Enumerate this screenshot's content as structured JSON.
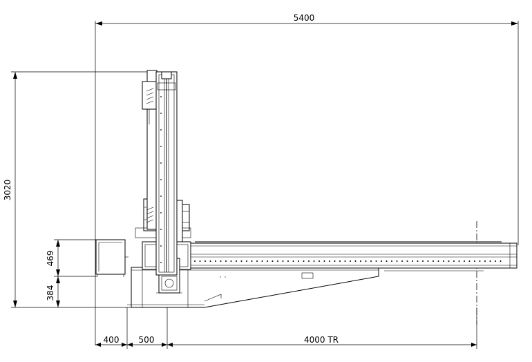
{
  "dimensions": {
    "overall_width": "5400",
    "overall_height": "3020",
    "upper_height": "469",
    "lower_height": "384",
    "left_offset": "400",
    "column_width": "500",
    "travel": "4000 TR"
  },
  "colors": {
    "line": "#000000",
    "background": "#ffffff"
  }
}
